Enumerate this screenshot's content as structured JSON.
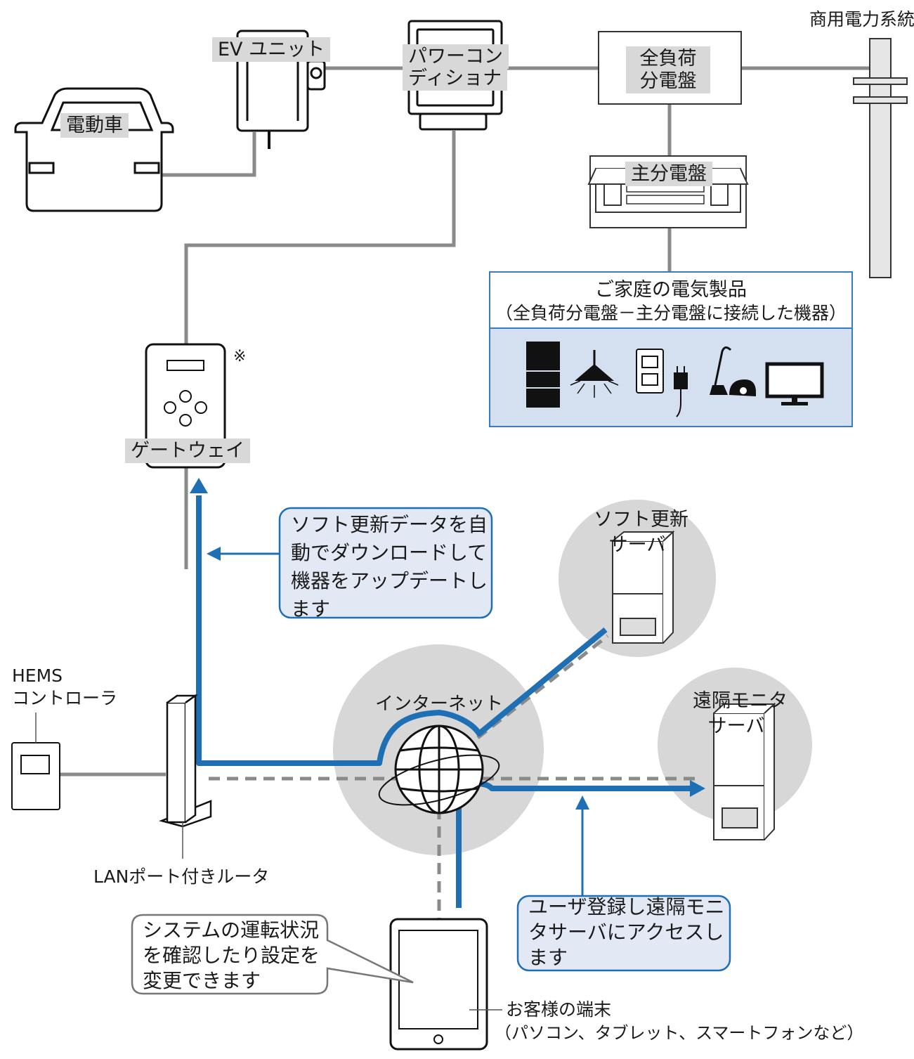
{
  "labels": {
    "grid": "商用電力系統",
    "ev_unit": "EV ユニット",
    "power_conditioner_1": "パワーコン",
    "power_conditioner_2": "ディショナ",
    "full_load_panel_1": "全負荷",
    "full_load_panel_2": "分電盤",
    "ev_car": "電動車",
    "main_panel": "主分電盤",
    "appliances_title": "ご家庭の電気製品",
    "appliances_sub": "（全負荷分電盤－主分電盤に接続した機器）",
    "asterisk": "※",
    "gateway": "ゲートウェイ",
    "soft_server_1": "ソフト更新",
    "soft_server_2": "サーバ",
    "remote_server_1": "遠隔モニタ",
    "remote_server_2": "サーバ",
    "internet": "インターネット",
    "hems_1": "HEMS",
    "hems_2": "コントローラ",
    "router": "LANポート付きルータ",
    "terminal_1": "お客様の端末",
    "terminal_2": "（パソコン、タブレット、スマートフォンなど）"
  },
  "callouts": {
    "update": [
      "ソフト更新データを自",
      "動でダウンロードして",
      "機器をアップデートし",
      "ます"
    ],
    "register": [
      "ユーザ登録し遠隔モニ",
      "タサーバにアクセスし",
      "ます"
    ],
    "status": [
      "システムの運転状況",
      "を確認したり設定を",
      "変更できます"
    ]
  },
  "colors": {
    "wire": "#8a8a8a",
    "data_line": "#1f6fb5",
    "callout_fill": "#e3e9f4",
    "appliance_panel": "#d4e0f0",
    "circle": "#d7d7d7"
  }
}
